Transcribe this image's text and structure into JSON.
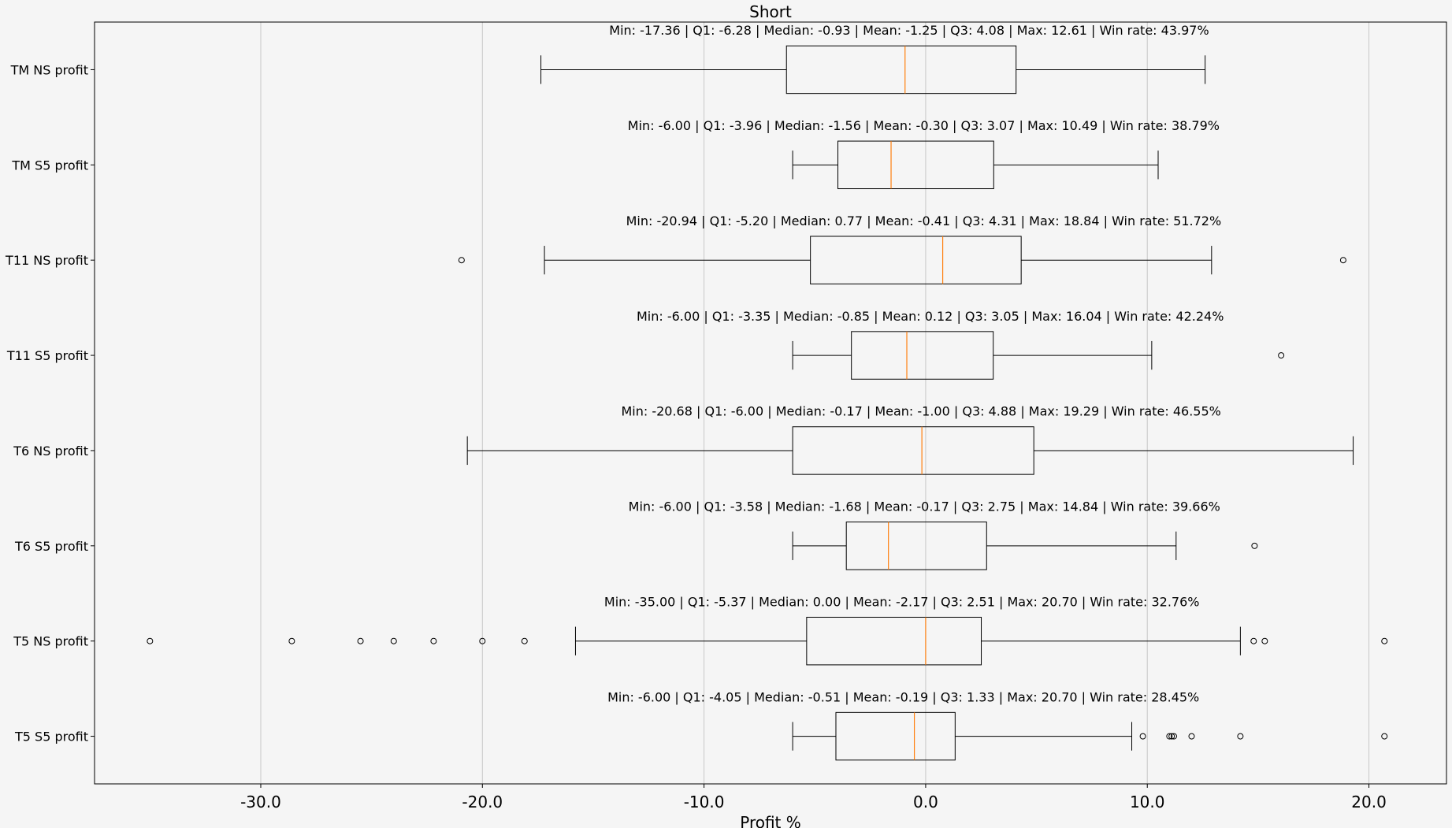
{
  "chart_data": {
    "type": "boxplot",
    "orientation": "horizontal",
    "title": "Short",
    "xlabel": "Profit %",
    "ylabel": "",
    "xlim": [
      -37.5,
      23.5
    ],
    "xticks": [
      -30.0,
      -20.0,
      -10.0,
      0.0,
      10.0,
      20.0
    ],
    "xtick_labels": [
      "-30.0",
      "-20.0",
      "-10.0",
      "0.0",
      "10.0",
      "20.0"
    ],
    "grid": "vertical",
    "colors": {
      "box": "#000000",
      "median": "#ff7f0e",
      "grid": "#c8c8c8",
      "background": "#f5f5f5"
    },
    "categories": [
      "TM NS profit",
      "TM S5 profit",
      "T11 NS profit",
      "T11 S5 profit",
      "T6 NS profit",
      "T6 S5 profit",
      "T5 NS profit",
      "T5 S5 profit"
    ],
    "series": [
      {
        "name": "TM NS profit",
        "whisker_low": -17.36,
        "q1": -6.28,
        "median": -0.93,
        "q3": 4.08,
        "whisker_high": 12.61,
        "outliers": [],
        "stats_text": "Min: -17.36 | Q1: -6.28 | Median: -0.93 | Mean: -1.25 | Q3: 4.08 | Max: 12.61 | Win rate: 43.97%"
      },
      {
        "name": "TM S5 profit",
        "whisker_low": -6.0,
        "q1": -3.96,
        "median": -1.56,
        "q3": 3.07,
        "whisker_high": 10.49,
        "outliers": [],
        "stats_text": "Min: -6.00 | Q1: -3.96 | Median: -1.56 | Mean: -0.30 | Q3: 3.07 | Max: 10.49 | Win rate: 38.79%"
      },
      {
        "name": "T11 NS profit",
        "whisker_low": -17.2,
        "q1": -5.2,
        "median": 0.77,
        "q3": 4.31,
        "whisker_high": 12.9,
        "outliers": [
          -20.94,
          18.84
        ],
        "stats_text": "Min: -20.94 | Q1: -5.20 | Median: 0.77 | Mean: -0.41 | Q3: 4.31 | Max: 18.84 | Win rate: 51.72%"
      },
      {
        "name": "T11 S5 profit",
        "whisker_low": -6.0,
        "q1": -3.35,
        "median": -0.85,
        "q3": 3.05,
        "whisker_high": 10.2,
        "outliers": [
          16.04
        ],
        "stats_text": "Min: -6.00 | Q1: -3.35 | Median: -0.85 | Mean: 0.12 | Q3: 3.05 | Max: 16.04 | Win rate: 42.24%"
      },
      {
        "name": "T6 NS profit",
        "whisker_low": -20.68,
        "q1": -6.0,
        "median": -0.17,
        "q3": 4.88,
        "whisker_high": 19.29,
        "outliers": [],
        "stats_text": "Min: -20.68 | Q1: -6.00 | Median: -0.17 | Mean: -1.00 | Q3: 4.88 | Max: 19.29 | Win rate: 46.55%"
      },
      {
        "name": "T6 S5 profit",
        "whisker_low": -6.0,
        "q1": -3.58,
        "median": -1.68,
        "q3": 2.75,
        "whisker_high": 11.3,
        "outliers": [
          14.84
        ],
        "stats_text": "Min: -6.00 | Q1: -3.58 | Median: -1.68 | Mean: -0.17 | Q3: 2.75 | Max: 14.84 | Win rate: 39.66%"
      },
      {
        "name": "T5 NS profit",
        "whisker_low": -15.8,
        "q1": -5.37,
        "median": 0.0,
        "q3": 2.51,
        "whisker_high": 14.2,
        "outliers": [
          -35.0,
          -28.6,
          -25.5,
          -24.0,
          -22.2,
          -20.0,
          -18.1,
          14.8,
          15.3,
          20.7
        ],
        "stats_text": "Min: -35.00 | Q1: -5.37 | Median: 0.00 | Mean: -2.17 | Q3: 2.51 | Max: 20.70 | Win rate: 32.76%"
      },
      {
        "name": "T5 S5 profit",
        "whisker_low": -6.0,
        "q1": -4.05,
        "median": -0.51,
        "q3": 1.33,
        "whisker_high": 9.3,
        "outliers": [
          9.8,
          11.0,
          11.1,
          11.2,
          12.0,
          14.2,
          20.7
        ],
        "stats_text": "Min: -6.00 | Q1: -4.05 | Median: -0.51 | Mean: -0.19 | Q3: 1.33 | Max: 20.70 | Win rate: 28.45%"
      }
    ]
  }
}
